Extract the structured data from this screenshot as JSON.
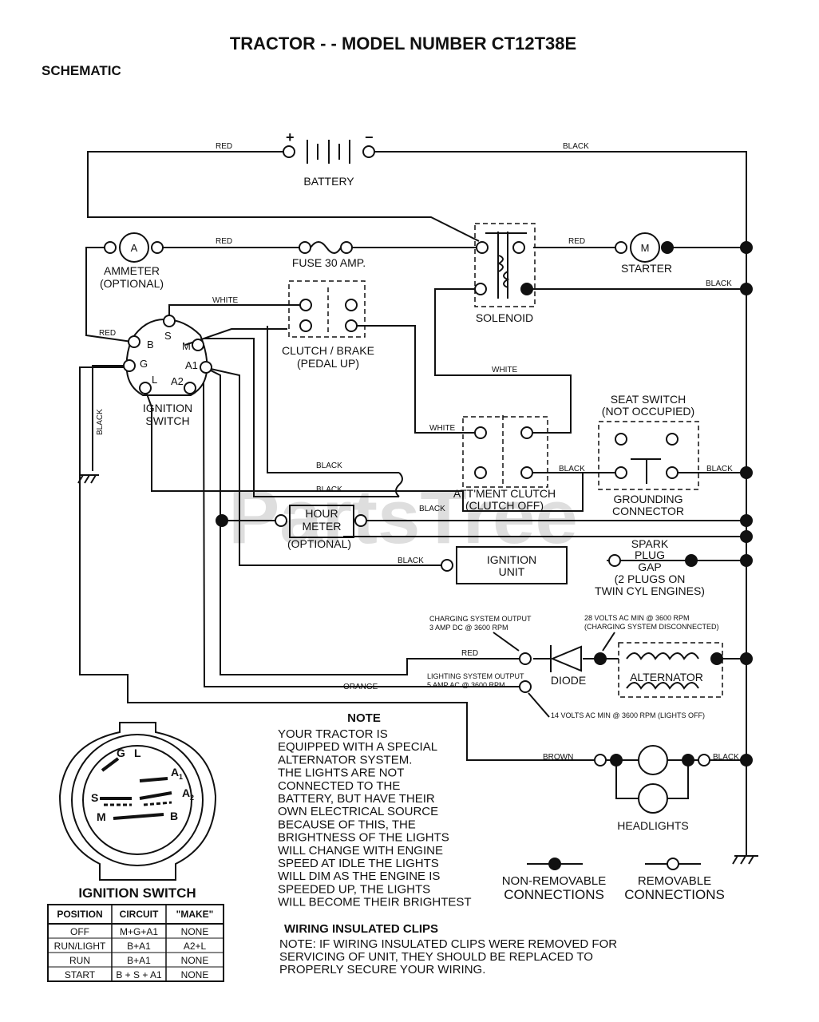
{
  "title": "TRACTOR - - MODEL NUMBER CT12T38E",
  "subtitle": "SCHEMATIC",
  "watermark": "PartsTree",
  "components": {
    "battery": "BATTERY",
    "ammeter": "AMMETER",
    "ammeter_optional": "(OPTIONAL)",
    "ammeter_symbol": "A",
    "fuse": "FUSE 30 AMP.",
    "solenoid": "SOLENOID",
    "starter": "STARTER",
    "starter_symbol": "M",
    "clutch_brake_1": "CLUTCH / BRAKE",
    "clutch_brake_2": "(PEDAL UP)",
    "ignition_switch_1": "IGNITION",
    "ignition_switch_2": "SWITCH",
    "seat_switch_1": "SEAT SWITCH",
    "seat_switch_2": "(NOT OCCUPIED)",
    "grounding_1": "GROUNDING",
    "grounding_2": "CONNECTOR",
    "attachment_clutch_1": "ATT'MENT CLUTCH",
    "attachment_clutch_2": "(CLUTCH OFF)",
    "hour_meter_1": "HOUR",
    "hour_meter_2": "METER",
    "hour_meter_optional": "(OPTIONAL)",
    "ignition_unit_1": "IGNITION",
    "ignition_unit_2": "UNIT",
    "spark_1": "SPARK",
    "spark_2": "PLUG",
    "spark_3": "GAP",
    "spark_4": "(2 PLUGS ON",
    "spark_5": "TWIN CYL  ENGINES)",
    "diode": "DIODE",
    "alternator": "ALTERNATOR",
    "headlights": "HEADLIGHTS"
  },
  "terminals": {
    "B": "B",
    "S": "S",
    "M": "M",
    "G": "G",
    "L": "L",
    "A1": "A1",
    "A2": "A2"
  },
  "wires": {
    "red": "RED",
    "black": "BLACK",
    "white": "WHITE",
    "orange": "ORANGE",
    "brown": "BROWN"
  },
  "annotations": {
    "charging_1": "CHARGING SYSTEM OUTPUT",
    "charging_2": "3 AMP DC @ 3600 RPM",
    "volts28_1": "28 VOLTS AC MIN  @ 3600 RPM",
    "volts28_2": "(CHARGING SYSTEM DISCONNECTED)",
    "lighting_1": "LIGHTING SYSTEM OUTPUT",
    "lighting_2": "5 AMP AC @ 3600 RPM",
    "volts14": "14 VOLTS AC MIN  @  3600 RPM (LIGHTS OFF)"
  },
  "note": {
    "heading": "NOTE",
    "lines": [
      "YOUR TRACTOR IS",
      "EQUIPPED WITH A SPECIAL",
      "ALTERNATOR SYSTEM.",
      "THE LIGHTS ARE NOT",
      "CONNECTED TO THE",
      "BATTERY, BUT HAVE THEIR",
      "OWN ELECTRICAL SOURCE",
      "BECAUSE OF THIS, THE",
      "BRIGHTNESS OF THE LIGHTS",
      "WILL CHANGE WITH ENGINE",
      "SPEED   AT IDLE THE LIGHTS",
      "WILL DIM   AS THE ENGINE IS",
      "SPEEDED UP, THE LIGHTS",
      "WILL BECOME THEIR BRIGHTEST"
    ]
  },
  "legend": {
    "non_removable_1": "NON-REMOVABLE",
    "non_removable_2": "CONNECTIONS",
    "removable_1": "REMOVABLE",
    "removable_2": "CONNECTIONS"
  },
  "clips": {
    "heading": "WIRING INSULATED CLIPS",
    "lines": [
      "NOTE: IF WIRING INSULATED CLIPS WERE REMOVED FOR",
      "SERVICING OF UNIT, THEY SHOULD BE REPLACED TO",
      "PROPERLY SECURE YOUR WIRING."
    ]
  },
  "ignition_switch_detail": {
    "title": "IGNITION SWITCH",
    "labels": {
      "G": "G",
      "L": "L",
      "A1": "A",
      "A1_sub": "1",
      "A2": "A",
      "A2_sub": "2",
      "S": "S",
      "M": "M",
      "B": "B"
    }
  },
  "ignition_table": {
    "headers": [
      "POSITION",
      "CIRCUIT",
      "\"MAKE\""
    ],
    "rows": [
      [
        "OFF",
        "M+G+A1",
        "NONE"
      ],
      [
        "RUN/LIGHT",
        "B+A1",
        "A2+L"
      ],
      [
        "RUN",
        "B+A1",
        "NONE"
      ],
      [
        "START",
        "B + S + A1",
        "NONE"
      ]
    ]
  }
}
